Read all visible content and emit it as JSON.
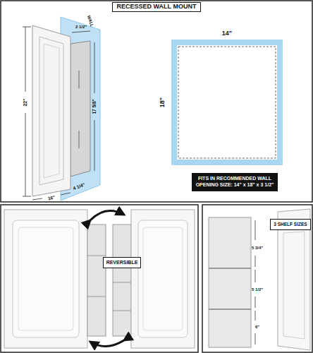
{
  "diagram": {
    "title": "RECESSED WALL MOUNT",
    "nodes": [
      {
        "text": [
          "FITS IN RECOMMENDED WALL OPENING SIZE: 14\" x 18\" x 3 1/2\""
        ]
      },
      {
        "text": [
          "REVERSIBLE"
        ]
      },
      {
        "text": [
          "3 SHELF SIZES"
        ]
      }
    ],
    "labels": [
      "WALL",
      "2 1/2\"",
      "22\"",
      "17 5/8\"",
      "16\"",
      "4 1/4\"",
      "14\"",
      "18\"",
      "5 3/4\"",
      "5 1/2\"",
      "6\""
    ]
  }
}
